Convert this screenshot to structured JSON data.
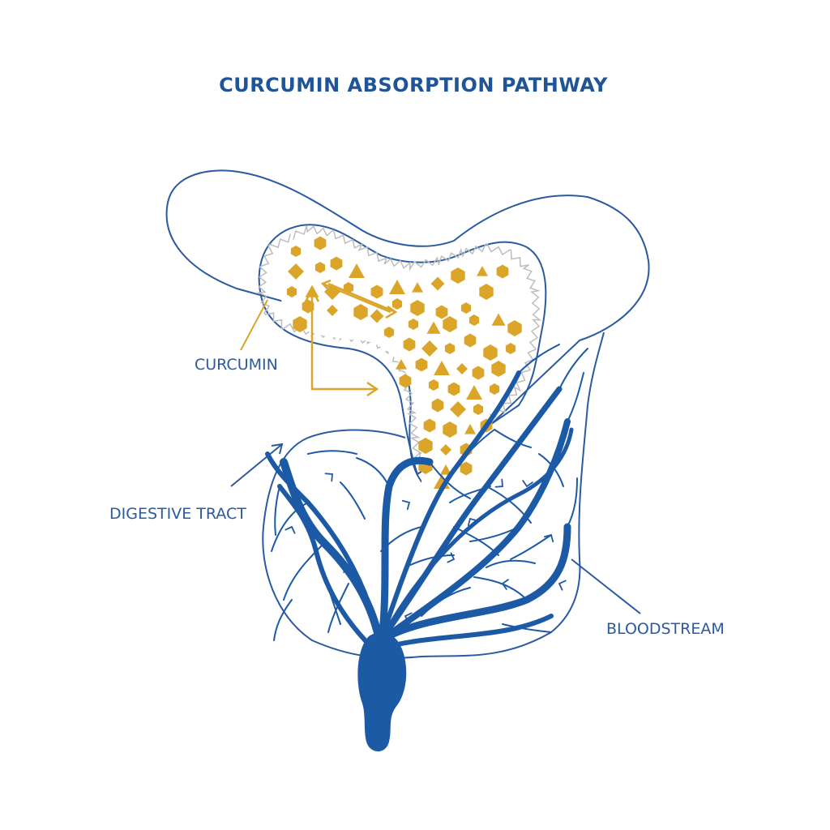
{
  "title": "CURCUMIN ABSORPTION PATHWAY",
  "labels": {
    "curcumin": "CURCUMIN",
    "digestive_tract": "DIGESTIVE TRACT",
    "bloodstream": "BLOODSTREAM"
  },
  "colors": {
    "title": "#1f5596",
    "curcumin": "#dba52a",
    "vessel": "#1d5aa6",
    "outline": "#2a5aa0",
    "villi": "#bdbdbd",
    "label_blue": "#2a5aa0"
  },
  "icons": {
    "particles": "curcumin-particle-icons",
    "flow_arrows": "arrow-icons"
  }
}
